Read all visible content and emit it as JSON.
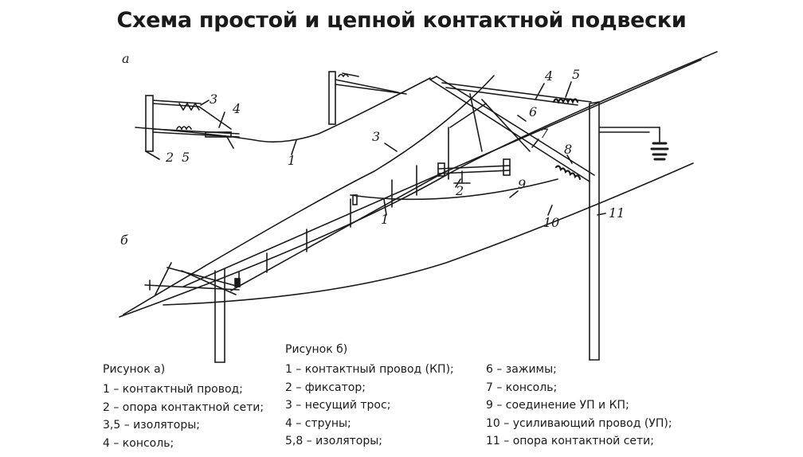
{
  "title": "Схема простой и цепной контактной подвески",
  "figure_labels": {
    "a": "а",
    "b": "б"
  },
  "part_labels": {
    "a_1": "1",
    "a_2": "2",
    "a_3": "3",
    "a_4": "4",
    "a_5": "5",
    "b_1": "1",
    "b_2": "2",
    "b_3": "3",
    "b_4": "4",
    "b_5": "5",
    "b_6": "6",
    "b_7": "7",
    "b_8": "8",
    "b_9": "9",
    "b_10": "10",
    "b_11": "11"
  },
  "legend_a": {
    "heading": "Рисунок  а)",
    "items": [
      "1 – контактный провод;",
      "2 – опора контактной сети;",
      "3,5 – изоляторы;",
      "4 – консоль;"
    ]
  },
  "legend_b": {
    "heading": "Рисунок  б)",
    "col1": [
      "1 – контактный провод (КП);",
      "2 – фиксатор;",
      "3 – несущий трос;",
      "4 – струны;",
      "5,8 – изоляторы;"
    ],
    "col2": [
      "6 – зажимы;",
      "7 – консоль;",
      "9 – соединение УП и КП;",
      "10 – усиливающий провод (УП);",
      "11 – опора контактной сети;"
    ]
  }
}
